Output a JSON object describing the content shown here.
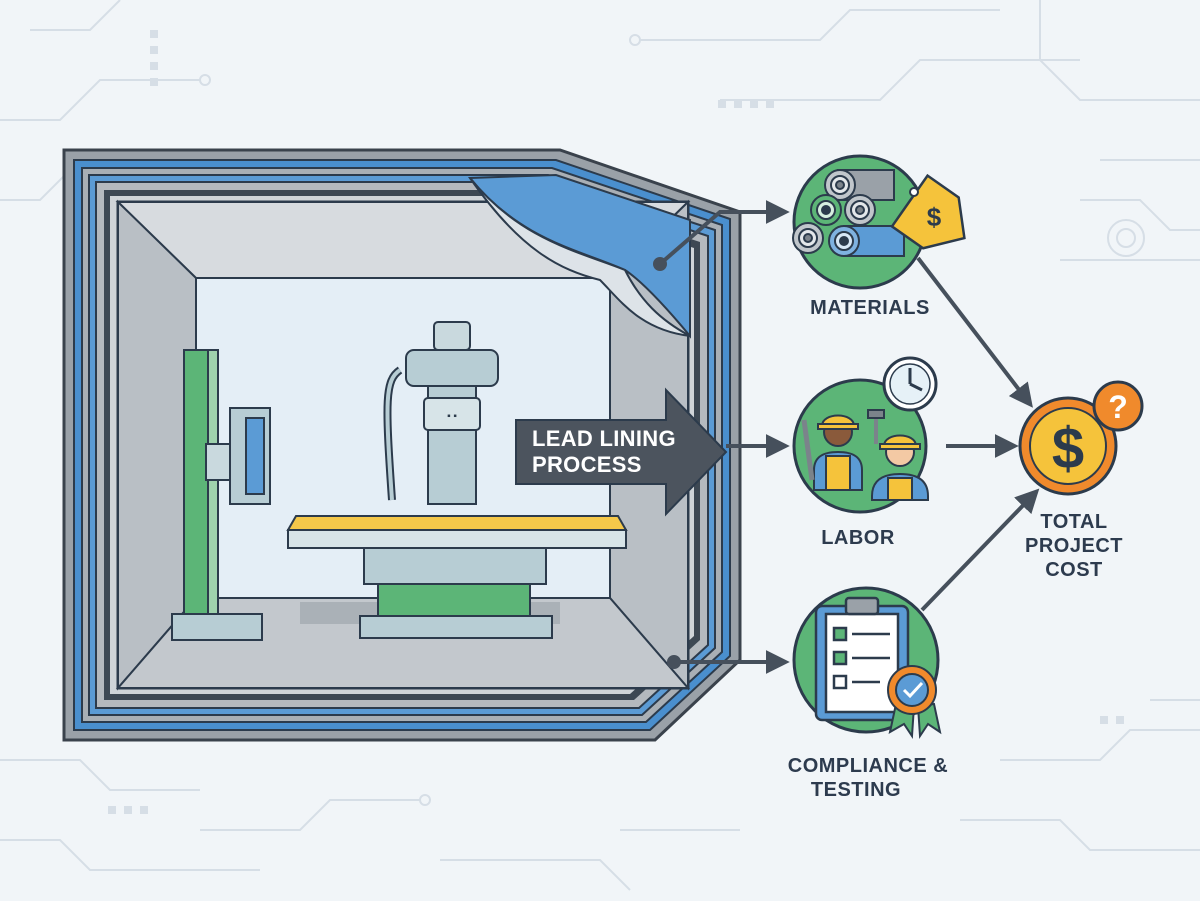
{
  "process_arrow": {
    "line1": "LEAD LINING",
    "line2": "PROCESS"
  },
  "nodes": {
    "materials": {
      "label": "MATERIALS",
      "icon": "lead-rolls-price-tag-icon"
    },
    "labor": {
      "label": "LABOR",
      "icon": "workers-clock-icon"
    },
    "compliance": {
      "line1": "COMPLIANCE &",
      "line2": "TESTING",
      "icon": "checklist-certificate-icon"
    }
  },
  "total": {
    "line1": "TOTAL",
    "line2": "PROJECT",
    "line3": "COST",
    "icon": "dollar-question-coin-icon"
  },
  "glyphs": {
    "dollar": "$",
    "question": "?"
  },
  "colors": {
    "lead_blue": "#4a8fce",
    "frame_gray": "#8e959c",
    "node_green": "#5cb577",
    "coin_gold": "#f5c33b",
    "coin_orange": "#f08a2c",
    "label_dark": "#2d3b4e"
  }
}
